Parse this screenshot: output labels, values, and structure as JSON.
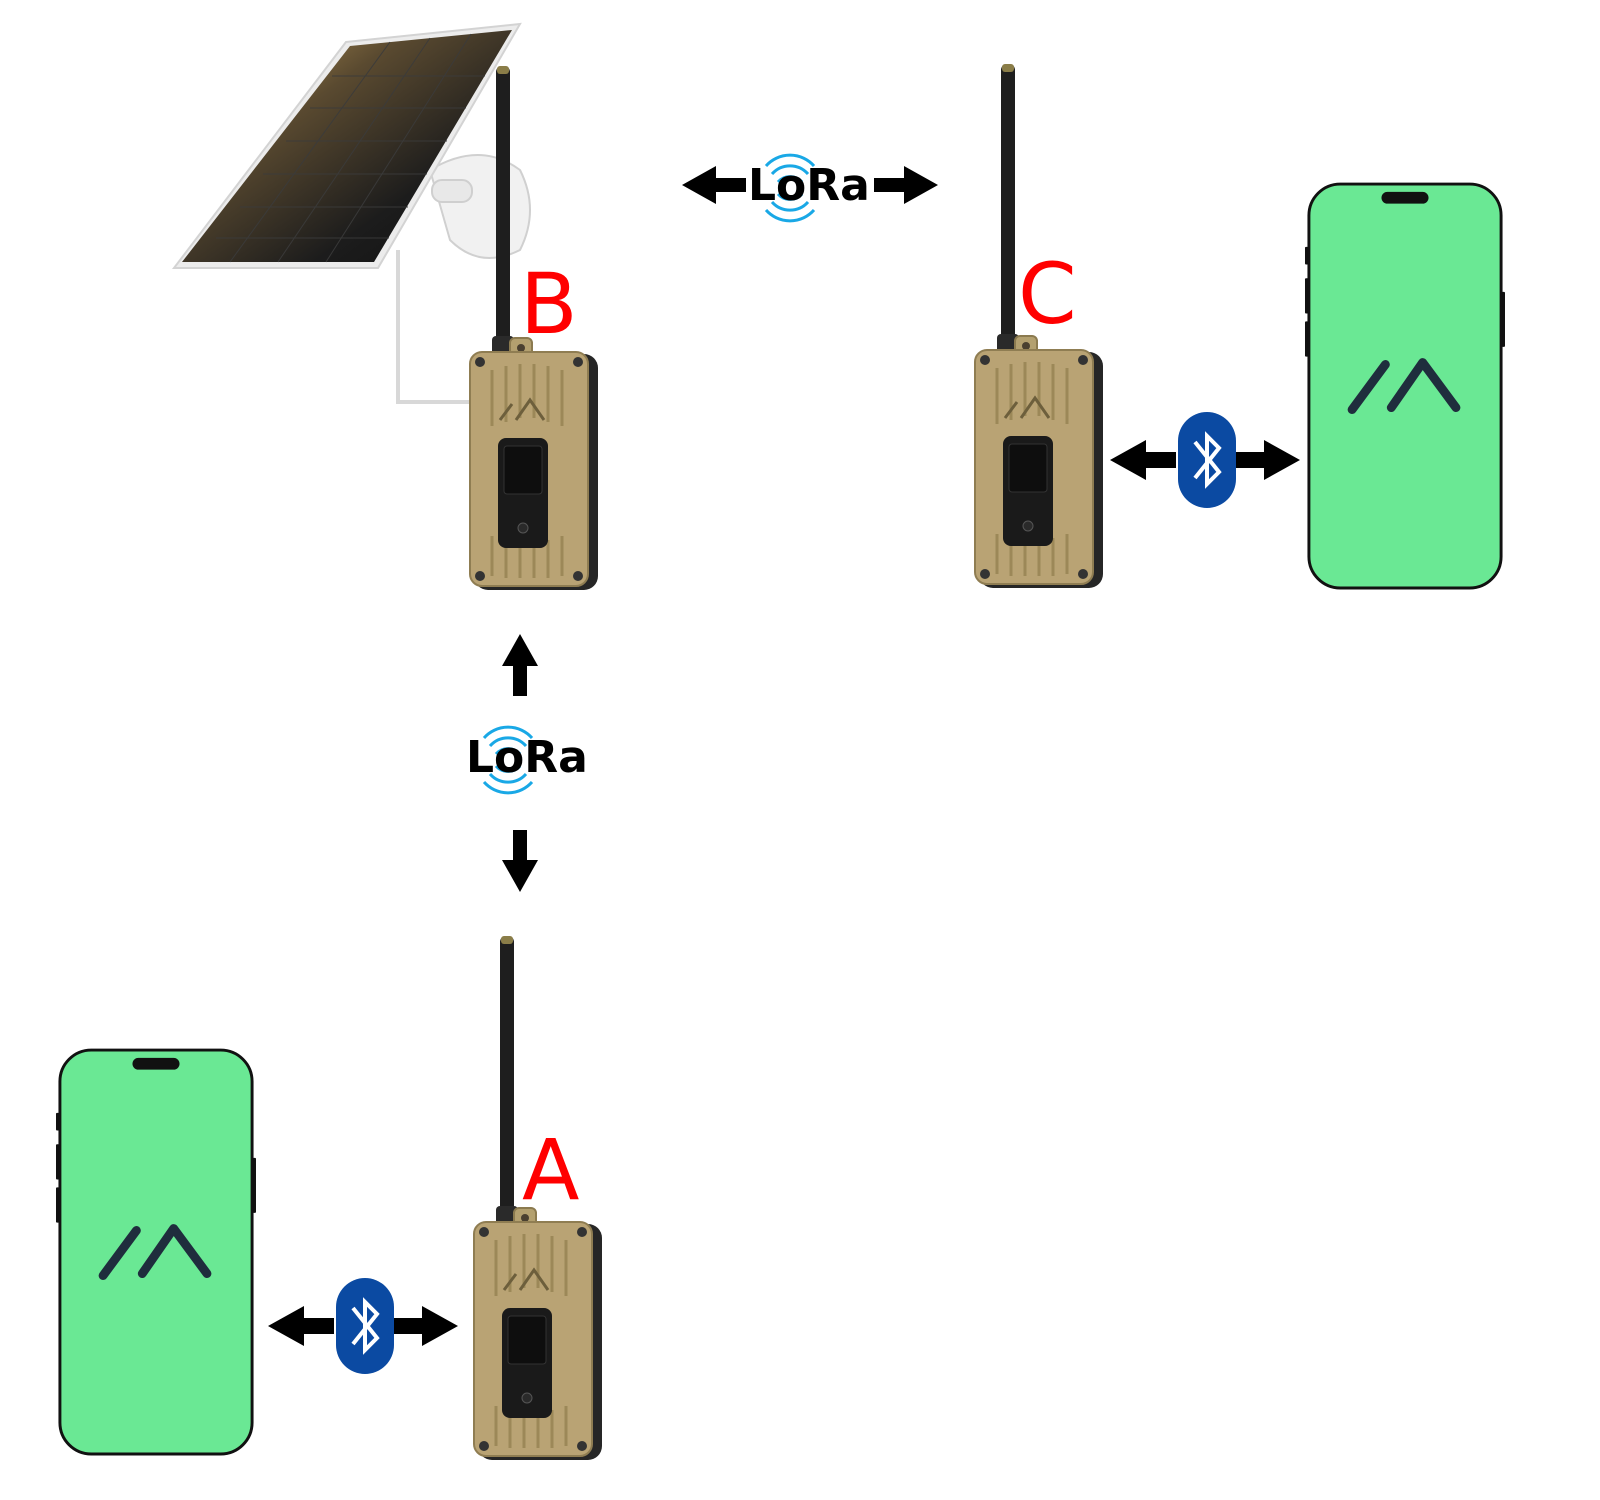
{
  "nodes": [
    {
      "id": "A",
      "label": "A",
      "label_color": "#ff0000"
    },
    {
      "id": "B",
      "label": "B",
      "label_color": "#ff0000"
    },
    {
      "id": "C",
      "label": "C",
      "label_color": "#ff0000"
    }
  ],
  "links": {
    "b_to_c": {
      "text": "LoRa",
      "icon": "lora-wave-icon",
      "direction": "bidirectional"
    },
    "a_to_b": {
      "text": "LoRa",
      "icon": "lora-wave-icon",
      "direction": "bidirectional"
    },
    "a_to_phone": {
      "icon": "bluetooth-icon",
      "direction": "bidirectional"
    },
    "c_to_phone": {
      "icon": "bluetooth-icon",
      "direction": "bidirectional"
    }
  },
  "devices": {
    "radio_icon": "lora-radio-device",
    "phone_icon": "smartphone-app-icon",
    "solar_icon": "solar-panel-icon"
  },
  "colors": {
    "device_body": "#b9a374",
    "device_dark": "#2b2b2b",
    "phone_screen": "#6ae894",
    "bluetooth": "#0b4aa2",
    "lora_wave": "#19a8e6",
    "label": "#ff0000",
    "arrow": "#000000"
  }
}
